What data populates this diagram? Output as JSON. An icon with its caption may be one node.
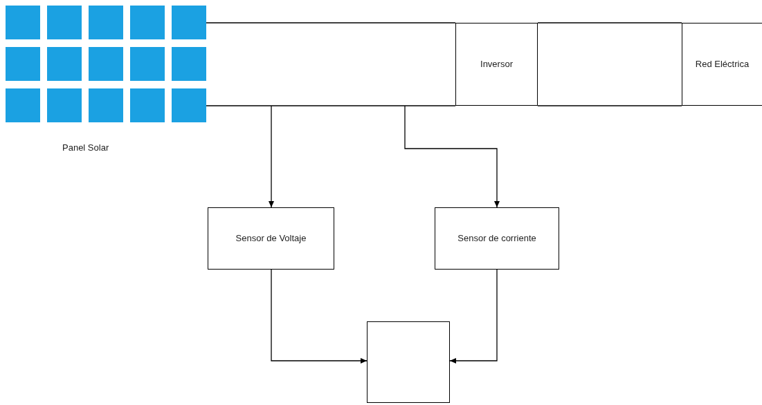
{
  "diagram": {
    "nodes": [
      {
        "text": [],
        "shape": "picture",
        "beside": [
          "Panel Solar"
        ]
      },
      {
        "text": [
          "Inversor"
        ]
      },
      {
        "text": [
          "Red Eléctrica"
        ]
      },
      {
        "text": [
          "Sensor de Voltaje"
        ]
      },
      {
        "text": [
          "Sensor de corriente"
        ]
      },
      {
        "text": [],
        "shape": "box"
      }
    ],
    "edges": [
      {
        "from": 0,
        "to": 1,
        "arrow": "none"
      },
      {
        "from": 0,
        "to": 1,
        "arrow": "none"
      },
      {
        "from": 1,
        "to": 2,
        "arrow": "none"
      },
      {
        "from": 1,
        "to": 2,
        "arrow": "none"
      },
      {
        "from": null,
        "to": 3,
        "arrow": "to"
      },
      {
        "from": null,
        "to": 4,
        "arrow": "to"
      },
      {
        "from": 3,
        "to": 5,
        "arrow": "to"
      },
      {
        "from": 4,
        "to": 5,
        "arrow": "to"
      }
    ]
  }
}
